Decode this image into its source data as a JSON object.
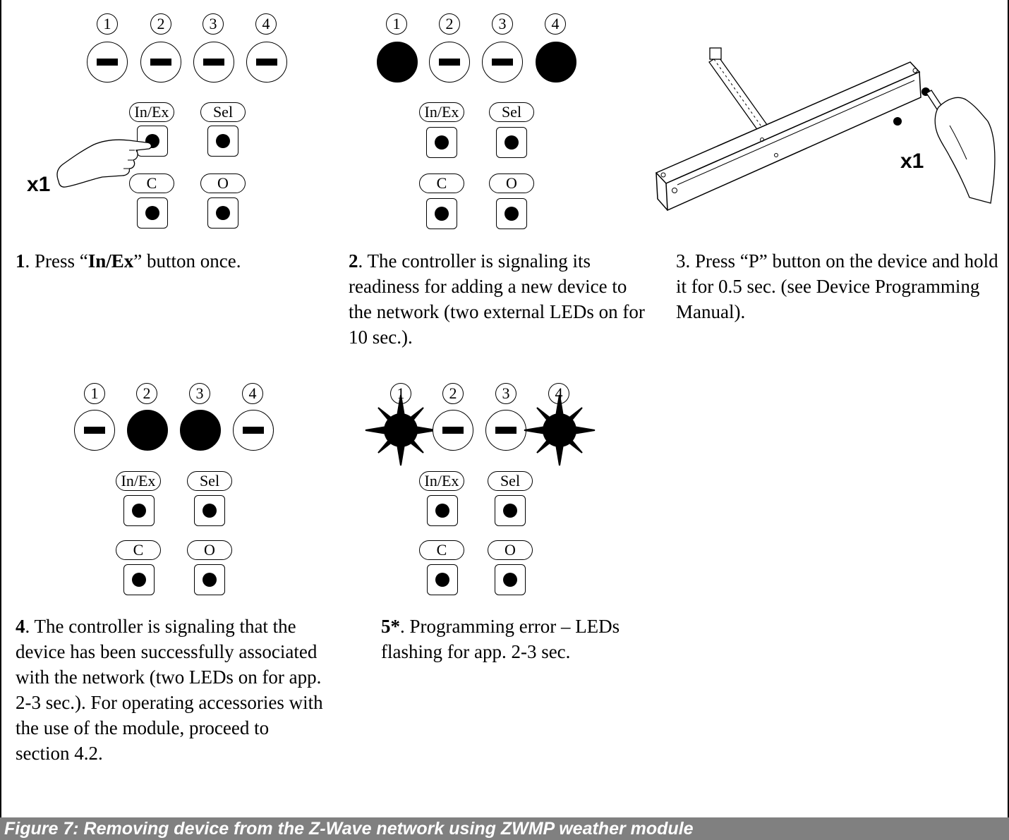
{
  "led_numbers": [
    "1",
    "2",
    "3",
    "4"
  ],
  "buttons": {
    "inex": "In/Ex",
    "sel": "Sel",
    "close": "C",
    "open": "O"
  },
  "press_count": "x1",
  "steps": [
    {
      "num": "1",
      "pre": ". Press “",
      "bold": "In/Ex",
      "post": "” button once."
    },
    {
      "num": "2",
      "text": ". The controller is signaling its readiness for adding a new device to the network (two external LEDs on for 10 sec.)."
    },
    {
      "text": "3. Press “P” button on the device and hold it for 0.5 sec.  (see Device Programming Manual)."
    },
    {
      "num": "4",
      "text": ". The controller is signaling that the device has been successfully associated with the network (two LEDs on for app. 2-3 sec.). For operating accessories with the use of the module, proceed to section 4.2."
    },
    {
      "num": "5*",
      "text": ". Programming error – LEDs flashing for app. 2-3 sec."
    }
  ],
  "figure_caption": "Figure 7: Removing device from the Z-Wave network using ZWMP weather module"
}
